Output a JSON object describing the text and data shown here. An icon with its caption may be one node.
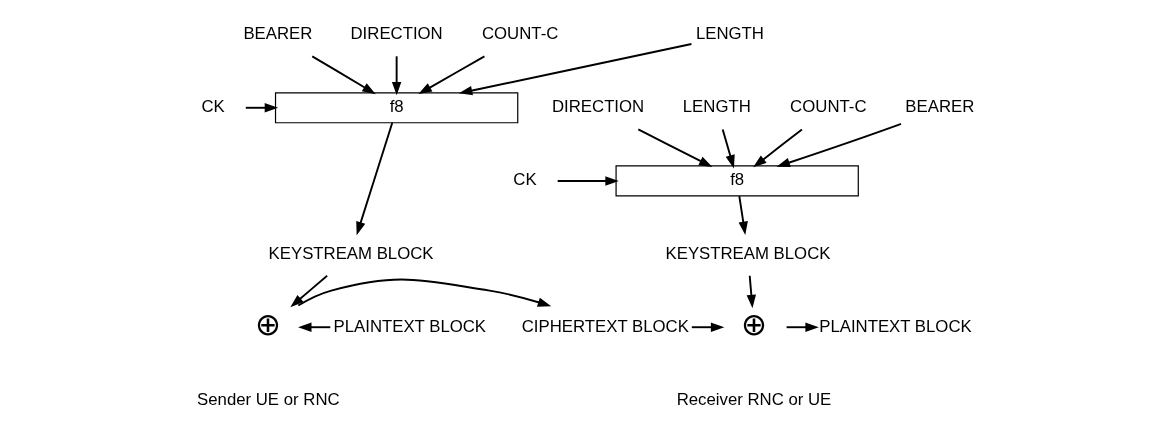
{
  "diagram": {
    "nodes": [
      {
        "text": [
          "COUNT-C"
        ]
      },
      {
        "text": [
          "BEARER"
        ]
      },
      {
        "text": [
          "DIRECTION"
        ]
      },
      {
        "text": [
          "LENGTH"
        ]
      },
      {
        "text": [
          "CK"
        ]
      },
      {
        "text": [
          "f8"
        ]
      },
      {
        "text": [
          "KEYSTREAM BLOCK"
        ]
      },
      {
        "text": [
          "PLAINTEXT BLOCK"
        ]
      },
      {
        "text": [
          "⊕"
        ],
        "beside": [
          "Sender UE or RNC"
        ]
      },
      {
        "text": [
          "CIPHERTEXT BLOCK"
        ]
      },
      {
        "text": [
          "COUNT-C"
        ]
      },
      {
        "text": [
          "BEARER"
        ]
      },
      {
        "text": [
          "DIRECTION"
        ]
      },
      {
        "text": [
          "LENGTH"
        ]
      },
      {
        "text": [
          "CK"
        ]
      },
      {
        "text": [
          "f8"
        ]
      },
      {
        "text": [
          "KEYSTREAM BLOCK"
        ]
      },
      {
        "text": [
          "⊕"
        ],
        "beside": [
          "Receiver RNC or UE"
        ]
      },
      {
        "text": [
          "PLAINTEXT BLOCK"
        ]
      }
    ],
    "edges": [
      {
        "from": 0,
        "to": 5,
        "arrow": "to"
      },
      {
        "from": 1,
        "to": 5,
        "arrow": "to"
      },
      {
        "from": 2,
        "to": 5,
        "arrow": "to"
      },
      {
        "from": 3,
        "to": 5,
        "arrow": "to"
      },
      {
        "from": 4,
        "to": 5,
        "arrow": "to"
      },
      {
        "from": 5,
        "to": 6,
        "arrow": "to"
      },
      {
        "from": 6,
        "to": 8,
        "arrow": "to"
      },
      {
        "from": 7,
        "to": 8,
        "arrow": "to"
      },
      {
        "from": 8,
        "to": 9,
        "arrow": "to"
      },
      {
        "from": 10,
        "to": 15,
        "arrow": "to"
      },
      {
        "from": 11,
        "to": 15,
        "arrow": "to"
      },
      {
        "from": 12,
        "to": 15,
        "arrow": "to"
      },
      {
        "from": 13,
        "to": 15,
        "arrow": "to"
      },
      {
        "from": 14,
        "to": 15,
        "arrow": "to"
      },
      {
        "from": 15,
        "to": 16,
        "arrow": "to"
      },
      {
        "from": 16,
        "to": 17,
        "arrow": "to"
      },
      {
        "from": 9,
        "to": 17,
        "arrow": "to"
      },
      {
        "from": 17,
        "to": 18,
        "arrow": "to"
      }
    ]
  }
}
